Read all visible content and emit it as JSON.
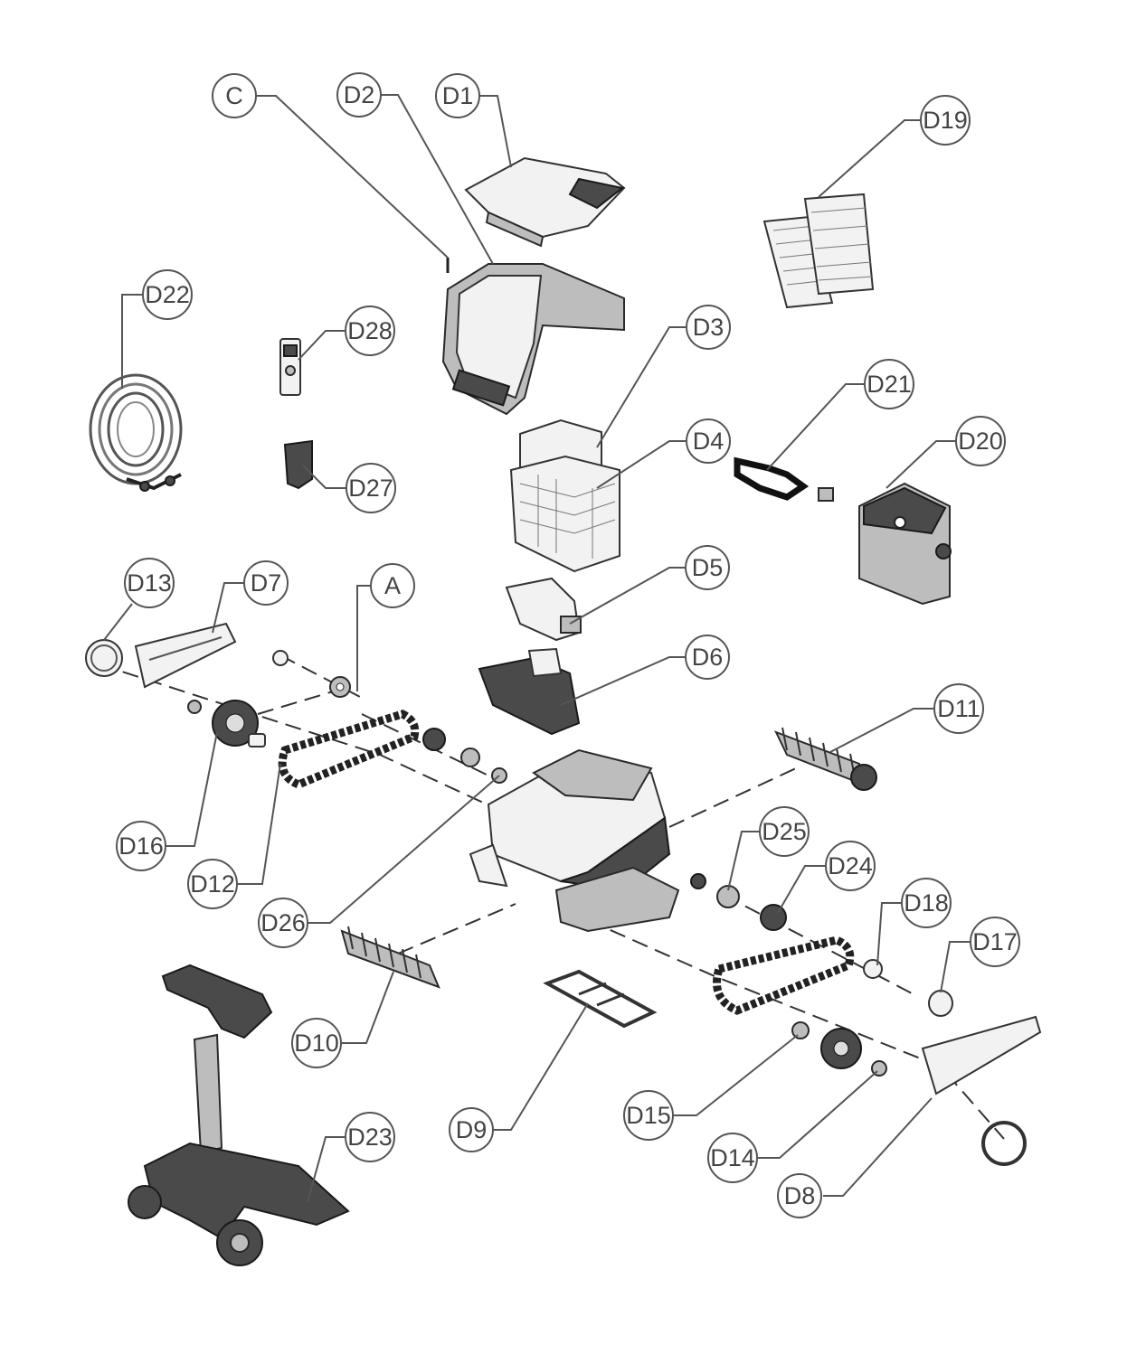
{
  "callouts": {
    "c": "C",
    "d2": "D2",
    "d1": "D1",
    "d19": "D19",
    "d22": "D22",
    "d28": "D28",
    "d3": "D3",
    "d21": "D21",
    "d4": "D4",
    "d20": "D20",
    "d27": "D27",
    "d13": "D13",
    "d7": "D7",
    "a": "A",
    "d5": "D5",
    "d6": "D6",
    "d11": "D11",
    "d16": "D16",
    "d12": "D12",
    "d26": "D26",
    "d25": "D25",
    "d24": "D24",
    "d18": "D18",
    "d17": "D17",
    "d10": "D10",
    "d9": "D9",
    "d15": "D15",
    "d14": "D14",
    "d8": "D8",
    "d23": "D23"
  }
}
